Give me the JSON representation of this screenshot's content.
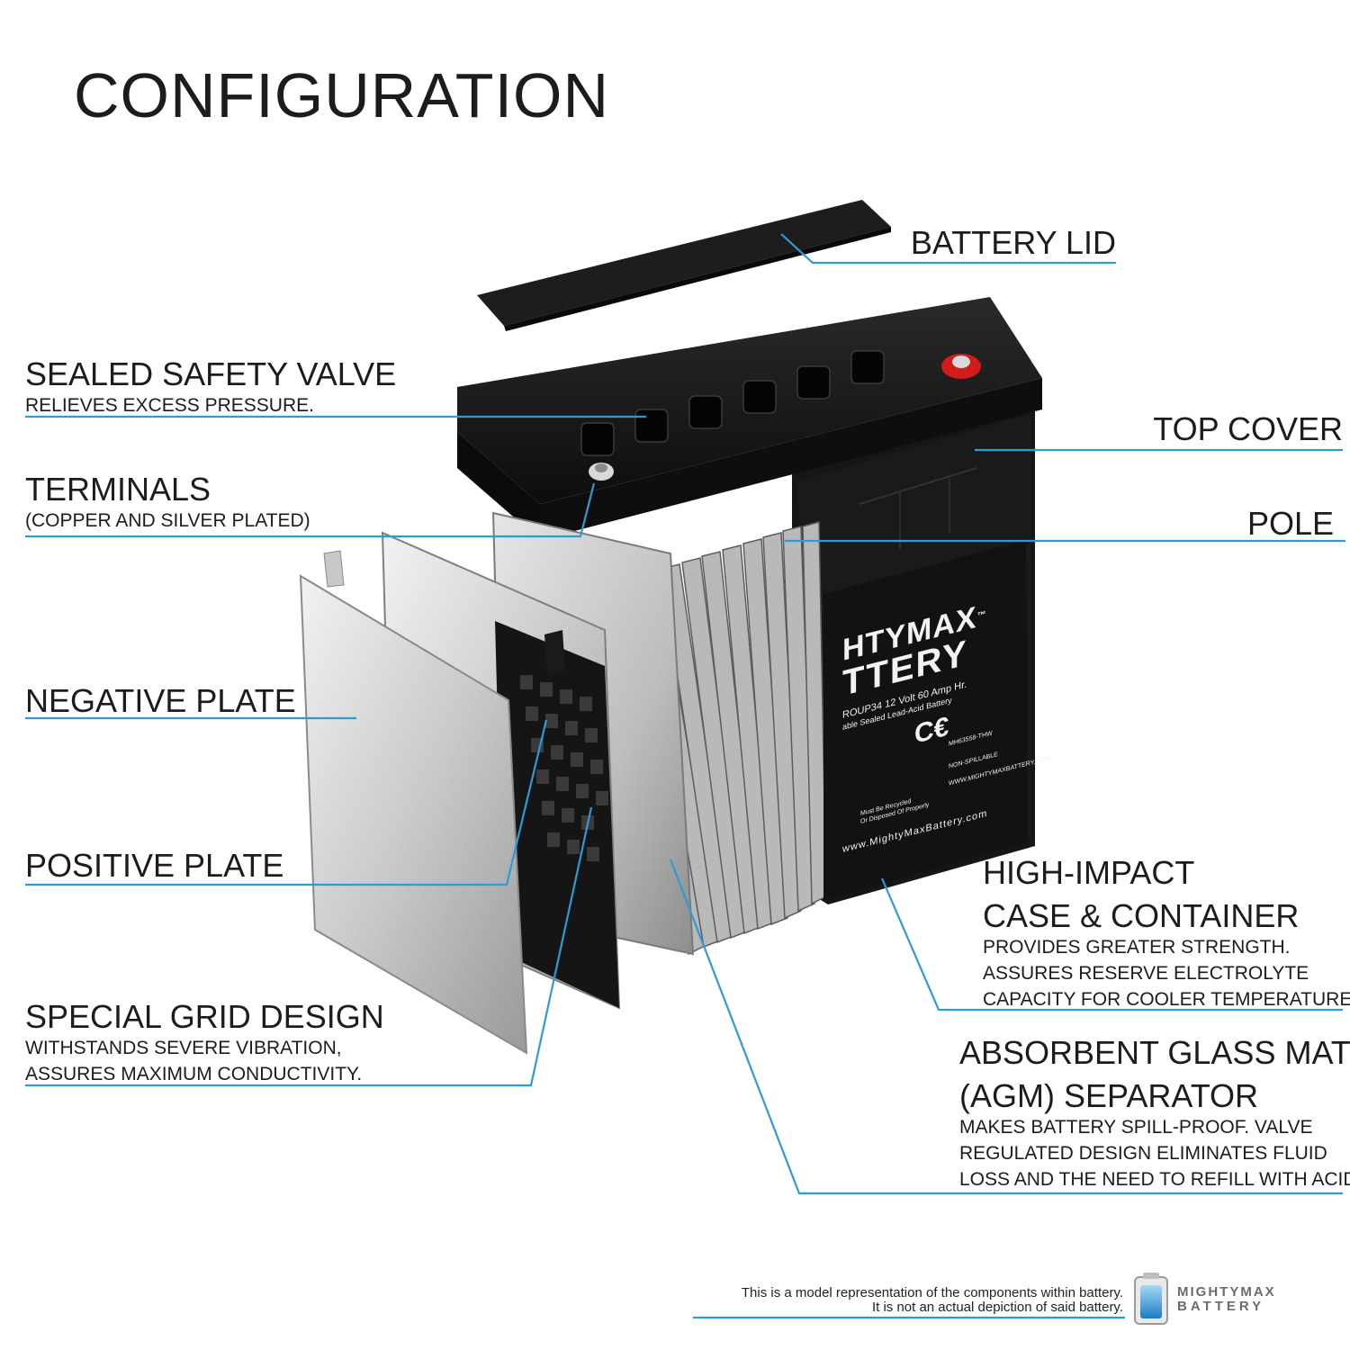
{
  "title": "CONFIGURATION",
  "callouts": {
    "battery_lid": {
      "label": "BATTERY LID"
    },
    "sealed_safety_valve": {
      "label": "SEALED SAFETY VALVE",
      "sub": "RELIEVES EXCESS PRESSURE."
    },
    "top_cover": {
      "label": "TOP COVER"
    },
    "terminals": {
      "label": "TERMINALS",
      "sub": "(COPPER AND SILVER PLATED)"
    },
    "pole": {
      "label": "POLE"
    },
    "negative_plate": {
      "label": "NEGATIVE PLATE"
    },
    "positive_plate": {
      "label": "POSITIVE PLATE"
    },
    "high_impact_case": {
      "label_line1": "HIGH-IMPACT",
      "label_line2": "CASE & CONTAINER",
      "sub_line1": "PROVIDES GREATER STRENGTH.",
      "sub_line2": "ASSURES RESERVE ELECTROLYTE",
      "sub_line3": "CAPACITY FOR COOLER TEMPERATURES."
    },
    "special_grid_design": {
      "label": "SPECIAL GRID DESIGN",
      "sub_line1": "WITHSTANDS SEVERE VIBRATION,",
      "sub_line2": "ASSURES MAXIMUM CONDUCTIVITY."
    },
    "agm_separator": {
      "label_line1": "ABSORBENT GLASS MAT",
      "label_line2": "(AGM) SEPARATOR",
      "sub_line1": "MAKES BATTERY SPILL-PROOF. VALVE",
      "sub_line2": "REGULATED DESIGN ELIMINATES FLUID",
      "sub_line3": "LOSS AND THE NEED TO REFILL WITH ACID."
    }
  },
  "battery_label": {
    "brand_line1": "HTYMAX",
    "brand_tm": "™",
    "brand_line2": "TTERY",
    "model": "ROUP34  12 Volt 60 Amp Hr.",
    "type": "able Sealed Lead-Acid Battery",
    "cert": "MH63558-THW",
    "nonspill": "NON-SPILLABLE",
    "recycle1": "Must Be Recycled",
    "recycle2": "Or Disposed Of Properly",
    "website_small": "WWW.MIGHTYMAXBATTERY.COM",
    "website_large": "www.MightyMaxBattery.com"
  },
  "footer": {
    "note_line1": "This is a model representation of the components within battery.",
    "note_line2": "It is not an actual depiction of said battery.",
    "brand_line1": "MIGHTYMAX",
    "brand_line2": "BATTERY"
  },
  "colors": {
    "leader_line": "#2f9bd6",
    "battery_body": "#141414",
    "plate_light": "#d8d8d8",
    "terminal_red": "#d21c1c"
  }
}
